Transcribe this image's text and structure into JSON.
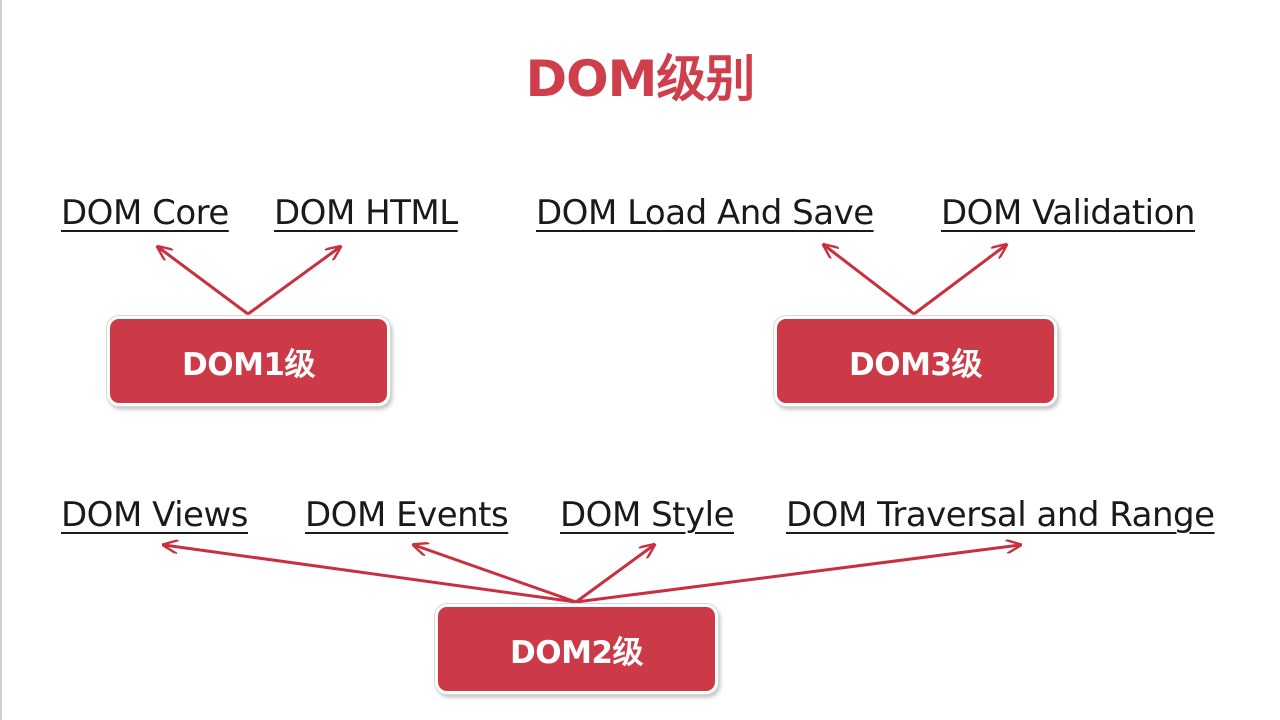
{
  "title": "DOM级别",
  "levels": {
    "dom1": {
      "label": "DOM1级",
      "modules": [
        "DOM Core",
        "DOM HTML"
      ]
    },
    "dom2": {
      "label": "DOM2级",
      "modules": [
        "DOM Views",
        "DOM Events",
        "DOM Style",
        "DOM Traversal and Range"
      ]
    },
    "dom3": {
      "label": "DOM3级",
      "modules": [
        "DOM Load And Save",
        "DOM Validation"
      ]
    }
  },
  "colors": {
    "accent": "#cc3a48",
    "arrow": "#c9303f",
    "text": "#1a1a1a"
  }
}
